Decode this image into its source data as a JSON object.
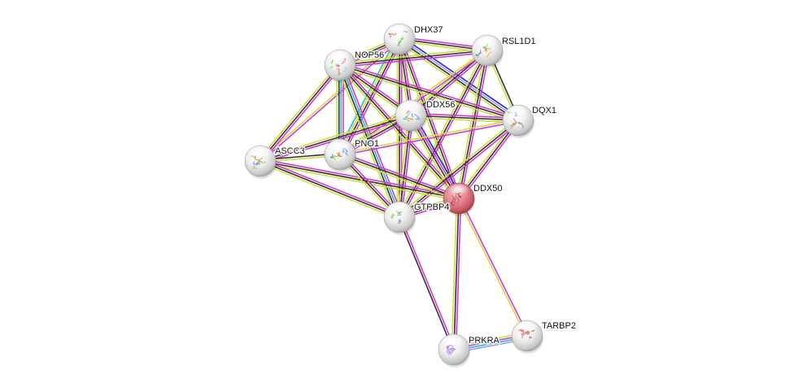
{
  "network": {
    "title": "Protein interaction network",
    "query_node": "DDX50",
    "nodes": [
      {
        "id": "DHX37",
        "label": "DHX37",
        "query": false,
        "glyph": [
          "#7ac943",
          "#3d7bd9",
          "#e05a3a"
        ]
      },
      {
        "id": "RSL1D1",
        "label": "RSL1D1",
        "query": false,
        "glyph": [
          "#f0a030",
          "#3d5ad9",
          "#7ac943"
        ]
      },
      {
        "id": "NOP56",
        "label": "NOP56",
        "query": false,
        "glyph": [
          "#e05a3a",
          "#7ac943",
          "#7fd0e0"
        ]
      },
      {
        "id": "DDX56",
        "label": "DDX56",
        "query": false,
        "glyph": [
          "#4a8ad9",
          "#7ac943",
          "#e05a3a"
        ]
      },
      {
        "id": "DQX1",
        "label": "DQX1",
        "query": false,
        "glyph": [
          "#7ac943",
          "#e05a3a",
          "#3d7bd9"
        ]
      },
      {
        "id": "ASCC3",
        "label": "ASCC3",
        "query": false,
        "glyph": [
          "#7ac943",
          "#e07a3a",
          "#3d7bd9"
        ]
      },
      {
        "id": "PNO1",
        "label": "PNO1",
        "query": false,
        "glyph": [
          "#3d7bd9",
          "#7ac943",
          "#e05a3a"
        ]
      },
      {
        "id": "DDX50",
        "label": "DDX50",
        "query": true,
        "glyph": [
          "#b03040",
          "#c84050",
          "#a02838"
        ]
      },
      {
        "id": "GTPBP4",
        "label": "GTPBP4",
        "query": false,
        "glyph": [
          "#7ac943",
          "#3d7bd9",
          "#e0a030"
        ]
      },
      {
        "id": "PRKRA",
        "label": "PRKRA",
        "query": false,
        "glyph": [
          "#b070d0",
          "#9050c0",
          "#c090e0"
        ]
      },
      {
        "id": "TARBP2",
        "label": "TARBP2",
        "query": false,
        "glyph": [
          "#d03030",
          "#e05050",
          "#c02020"
        ]
      }
    ],
    "edge_colors": {
      "text_mining": "#c8e03a",
      "experiments": "#d635d6",
      "coexpression": "#333333",
      "databases": "#2ab5d6",
      "gene_fusion": "#2222dd",
      "cooccurrence": "#3a7a3a",
      "homology": "#9b9bff",
      "neighborhood": "#22aa22"
    },
    "edges": [
      {
        "a": "DHX37",
        "b": "RSL1D1",
        "types": [
          "experiments",
          "coexpression",
          "text_mining"
        ]
      },
      {
        "a": "DHX37",
        "b": "NOP56",
        "types": [
          "experiments",
          "coexpression",
          "text_mining"
        ]
      },
      {
        "a": "DHX37",
        "b": "DDX56",
        "types": [
          "experiments",
          "coexpression",
          "text_mining"
        ]
      },
      {
        "a": "DHX37",
        "b": "DQX1",
        "types": [
          "gene_fusion",
          "homology",
          "coexpression",
          "text_mining"
        ]
      },
      {
        "a": "DHX37",
        "b": "ASCC3",
        "types": [
          "experiments",
          "text_mining"
        ]
      },
      {
        "a": "DHX37",
        "b": "PNO1",
        "types": [
          "experiments",
          "coexpression",
          "text_mining",
          "databases"
        ]
      },
      {
        "a": "DHX37",
        "b": "DDX50",
        "types": [
          "experiments",
          "coexpression",
          "text_mining"
        ]
      },
      {
        "a": "DHX37",
        "b": "GTPBP4",
        "types": [
          "experiments",
          "coexpression",
          "text_mining"
        ]
      },
      {
        "a": "RSL1D1",
        "b": "NOP56",
        "types": [
          "experiments",
          "coexpression",
          "text_mining"
        ]
      },
      {
        "a": "RSL1D1",
        "b": "DDX56",
        "types": [
          "experiments",
          "coexpression",
          "text_mining"
        ]
      },
      {
        "a": "RSL1D1",
        "b": "DQX1",
        "types": [
          "coexpression",
          "text_mining"
        ]
      },
      {
        "a": "RSL1D1",
        "b": "PNO1",
        "types": [
          "experiments",
          "text_mining"
        ]
      },
      {
        "a": "RSL1D1",
        "b": "DDX50",
        "types": [
          "experiments",
          "coexpression",
          "text_mining"
        ]
      },
      {
        "a": "RSL1D1",
        "b": "GTPBP4",
        "types": [
          "experiments",
          "coexpression",
          "text_mining"
        ]
      },
      {
        "a": "NOP56",
        "b": "DDX56",
        "types": [
          "experiments",
          "coexpression",
          "text_mining"
        ]
      },
      {
        "a": "NOP56",
        "b": "DQX1",
        "types": [
          "experiments",
          "coexpression",
          "text_mining"
        ]
      },
      {
        "a": "NOP56",
        "b": "ASCC3",
        "types": [
          "experiments",
          "coexpression",
          "text_mining"
        ]
      },
      {
        "a": "NOP56",
        "b": "PNO1",
        "types": [
          "experiments",
          "databases",
          "coexpression",
          "text_mining"
        ]
      },
      {
        "a": "NOP56",
        "b": "DDX50",
        "types": [
          "experiments",
          "coexpression",
          "text_mining"
        ]
      },
      {
        "a": "NOP56",
        "b": "GTPBP4",
        "types": [
          "experiments",
          "databases",
          "coexpression",
          "text_mining"
        ]
      },
      {
        "a": "DDX56",
        "b": "DQX1",
        "types": [
          "experiments",
          "coexpression",
          "text_mining"
        ]
      },
      {
        "a": "DDX56",
        "b": "ASCC3",
        "types": [
          "experiments",
          "coexpression",
          "text_mining"
        ]
      },
      {
        "a": "DDX56",
        "b": "PNO1",
        "types": [
          "experiments",
          "coexpression",
          "text_mining"
        ]
      },
      {
        "a": "DDX56",
        "b": "DDX50",
        "types": [
          "gene_fusion",
          "experiments",
          "coexpression",
          "text_mining"
        ]
      },
      {
        "a": "DDX56",
        "b": "GTPBP4",
        "types": [
          "experiments",
          "coexpression",
          "text_mining"
        ]
      },
      {
        "a": "DQX1",
        "b": "PNO1",
        "types": [
          "experiments",
          "text_mining"
        ]
      },
      {
        "a": "DQX1",
        "b": "DDX50",
        "types": [
          "experiments",
          "coexpression",
          "text_mining"
        ]
      },
      {
        "a": "DQX1",
        "b": "GTPBP4",
        "types": [
          "experiments",
          "coexpression",
          "text_mining"
        ]
      },
      {
        "a": "ASCC3",
        "b": "PNO1",
        "types": [
          "coexpression",
          "text_mining"
        ]
      },
      {
        "a": "ASCC3",
        "b": "DDX50",
        "types": [
          "experiments",
          "coexpression",
          "text_mining"
        ]
      },
      {
        "a": "ASCC3",
        "b": "GTPBP4",
        "types": [
          "experiments",
          "coexpression",
          "text_mining"
        ]
      },
      {
        "a": "PNO1",
        "b": "DDX50",
        "types": [
          "experiments",
          "coexpression",
          "text_mining"
        ]
      },
      {
        "a": "PNO1",
        "b": "GTPBP4",
        "types": [
          "experiments",
          "coexpression",
          "text_mining"
        ]
      },
      {
        "a": "DDX50",
        "b": "GTPBP4",
        "types": [
          "experiments",
          "coexpression",
          "text_mining"
        ]
      },
      {
        "a": "DDX50",
        "b": "PRKRA",
        "types": [
          "experiments",
          "coexpression",
          "text_mining"
        ]
      },
      {
        "a": "DDX50",
        "b": "TARBP2",
        "types": [
          "experiments",
          "text_mining"
        ]
      },
      {
        "a": "GTPBP4",
        "b": "PRKRA",
        "types": [
          "experiments",
          "coexpression"
        ]
      },
      {
        "a": "PRKRA",
        "b": "TARBP2",
        "types": [
          "text_mining",
          "experiments",
          "databases",
          "homology"
        ]
      }
    ]
  }
}
